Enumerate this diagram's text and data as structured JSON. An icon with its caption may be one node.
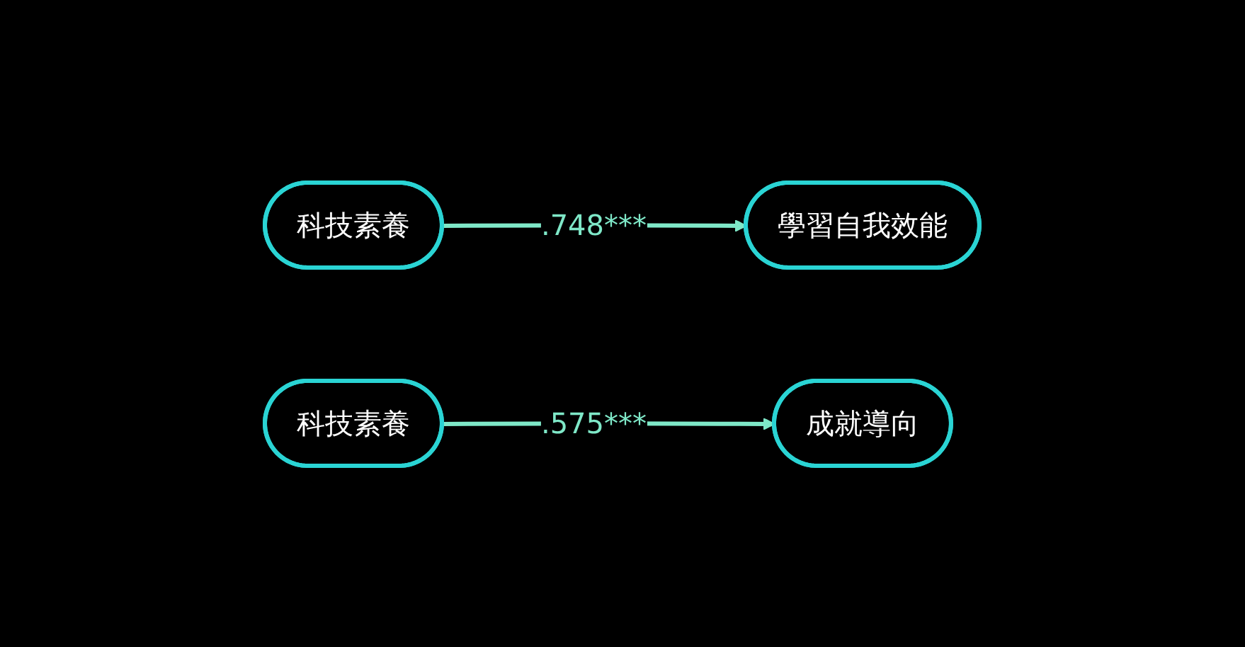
{
  "diagram": {
    "nodes": [
      {
        "text": [
          "科技素養"
        ]
      },
      {
        "text": [
          "學習自我效能"
        ]
      },
      {
        "text": [
          "科技素養"
        ]
      },
      {
        "text": [
          "成就導向"
        ]
      }
    ],
    "edges": [
      {
        "from": 0,
        "to": 1,
        "arrow": "to",
        "label": ".748***"
      },
      {
        "from": 2,
        "to": 3,
        "arrow": "to",
        "label": ".575***"
      }
    ]
  }
}
